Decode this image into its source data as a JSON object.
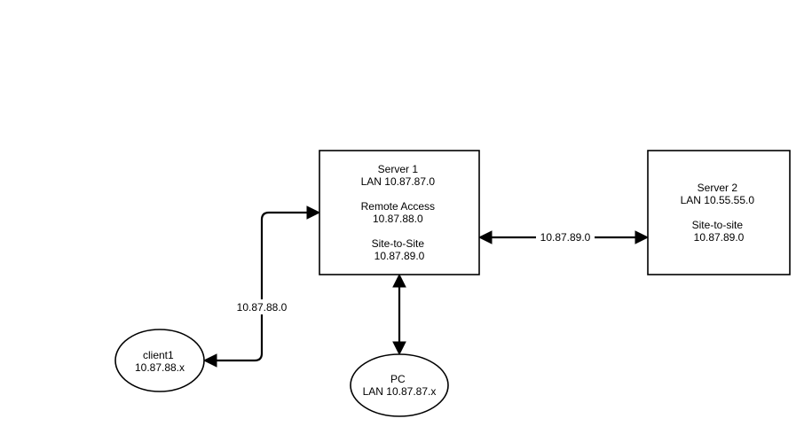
{
  "nodes": {
    "server1": {
      "lines": [
        "Server 1",
        "LAN 10.87.87.0",
        "",
        "Remote Access",
        "10.87.88.0",
        "",
        "Site-to-Site",
        "10.87.89.0"
      ]
    },
    "server2": {
      "lines": [
        "Server 2",
        "LAN 10.55.55.0",
        "",
        "Site-to-site",
        "10.87.89.0"
      ]
    },
    "client1": {
      "lines": [
        "client1",
        "10.87.88.x"
      ]
    },
    "pc": {
      "lines": [
        "PC",
        "LAN 10.87.87.x"
      ]
    }
  },
  "edges": {
    "server1_server2": {
      "label": "10.87.89.0"
    },
    "server1_client1": {
      "label": "10.87.88.0"
    },
    "server1_pc": {
      "label": ""
    }
  }
}
